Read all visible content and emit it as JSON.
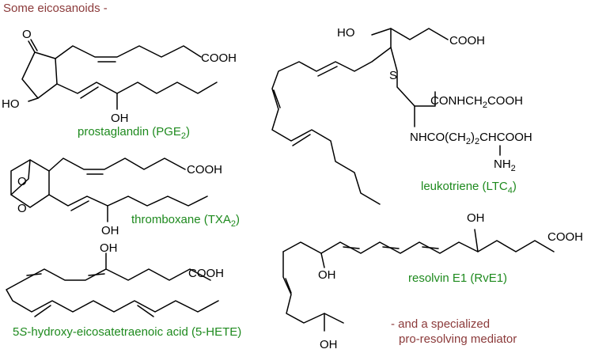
{
  "heading": "Some eicosanoids -",
  "note": {
    "line1": "-  and a specialized",
    "line2": "pro-resolving mediator"
  },
  "captions": {
    "pge2": {
      "main": "prostaglandin (PGE",
      "sub": "2",
      "end": ")"
    },
    "txa2": {
      "main": "thromboxane (TXA",
      "sub": "2",
      "end": ")"
    },
    "hete": {
      "pre": "5",
      "italic": "S",
      "post": "-hydroxy-eicosatetraenoic acid (5-HETE)"
    },
    "ltc4": {
      "main": "leukotriene (LTC",
      "sub": "4",
      "end": ")"
    },
    "rve1": {
      "main": "resolvin E1  (RvE1)"
    }
  },
  "labels": {
    "pge_o": "O",
    "pge_cooh": "COOH",
    "pge_ho": "HO",
    "pge_oh": "OH",
    "txa_o1": "O",
    "txa_o2": "O",
    "txa_cooh": "COOH",
    "txa_oh": "OH",
    "hete_oh": "OH",
    "hete_cooh": "COOH",
    "ltc_ho": "HO",
    "ltc_cooh": "COOH",
    "ltc_s": "S",
    "ltc_conh_a": "CONHCH",
    "ltc_conh_sub": "2",
    "ltc_conh_b": "COOH",
    "ltc_nhco_a": "NHCO(CH",
    "ltc_nhco_sub": "2",
    "ltc_nhco_b": ")",
    "ltc_nhco_sub2": "2",
    "ltc_nhco_c": "CHCOOH",
    "ltc_nh2_a": "NH",
    "ltc_nh2_sub": "2",
    "rve_oh1": "OH",
    "rve_cooh": "COOH",
    "rve_oh2": "OH",
    "rve_oh3": "OH"
  },
  "colors": {
    "heading": "#8b3a3a",
    "caption": "#1e8a1e",
    "note": "#8b3a3a",
    "structure": "#000000"
  }
}
